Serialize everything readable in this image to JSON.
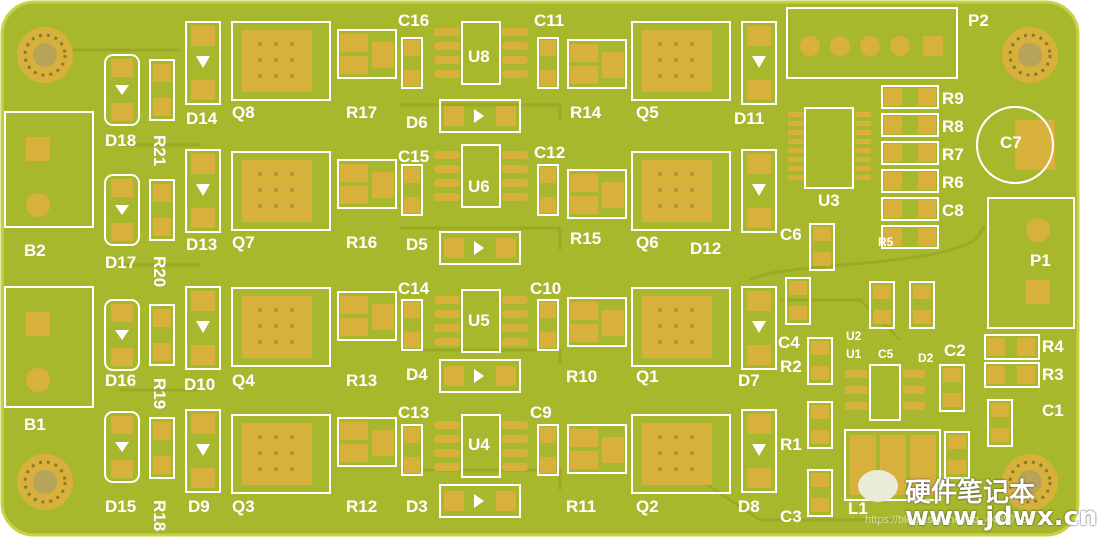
{
  "colors": {
    "board": "#a7b82c",
    "board_edge": "#c9d247",
    "pad": "#d8b13c",
    "pad_light": "#e9cf6b",
    "silk": "#ffffff",
    "trace": "#9aaa28",
    "hole": "#c5b85f"
  },
  "labels": [
    "C16",
    "C11",
    "P2",
    "R9",
    "R8",
    "R7",
    "R6",
    "C8",
    "C7",
    "U3",
    "C6",
    "R5",
    "U8",
    "R17",
    "R14",
    "Q8",
    "Q5",
    "D14",
    "D11",
    "D6",
    "D18",
    "R21",
    "C15",
    "C12",
    "U6",
    "Q7",
    "Q6",
    "R16",
    "R15",
    "D13",
    "D12",
    "D5",
    "D17",
    "R20",
    "B2",
    "P1",
    "C14",
    "C10",
    "U5",
    "Q4",
    "Q1",
    "R13",
    "R10",
    "D10",
    "D7",
    "D4",
    "D16",
    "R19",
    "B1",
    "C4",
    "U2",
    "U1",
    "C5",
    "D2",
    "C2",
    "R4",
    "R3",
    "C1",
    "R2",
    "R1",
    "C3",
    "L1",
    "C13",
    "C9",
    "U4",
    "Q3",
    "Q2",
    "R12",
    "R11",
    "D9",
    "D8",
    "D3",
    "D15",
    "R18"
  ],
  "watermark": {
    "brand": "硬件笔记本",
    "url": "www.jdwx.cn",
    "faint_url": "https://blog.csdn.net/qq_44557194"
  }
}
